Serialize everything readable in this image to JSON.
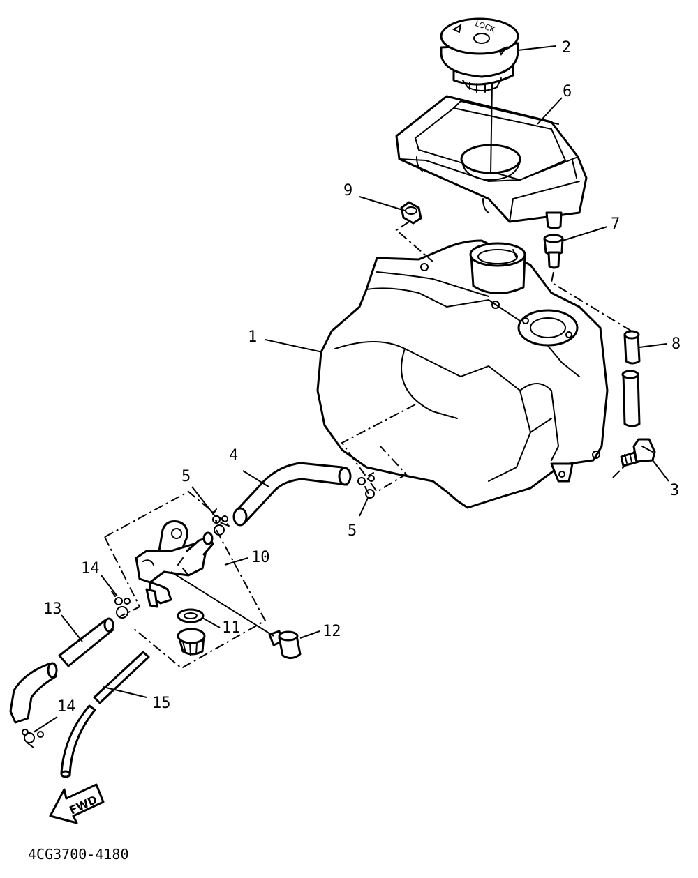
{
  "callouts": {
    "p1": "1",
    "p2": "2",
    "p3": "3",
    "p4": "4",
    "p5a": "5",
    "p5b": "5",
    "p6": "6",
    "p7": "7",
    "p8": "8",
    "p9": "9",
    "p10": "10",
    "p11": "11",
    "p12": "12",
    "p13": "13",
    "p14a": "14",
    "p14b": "14",
    "p15": "15"
  },
  "cap_text": "LOCK",
  "fwd_label": "FWD",
  "diagram_code": "4CG3700-4180",
  "colors": {
    "line": "#000000",
    "background": "#ffffff"
  }
}
